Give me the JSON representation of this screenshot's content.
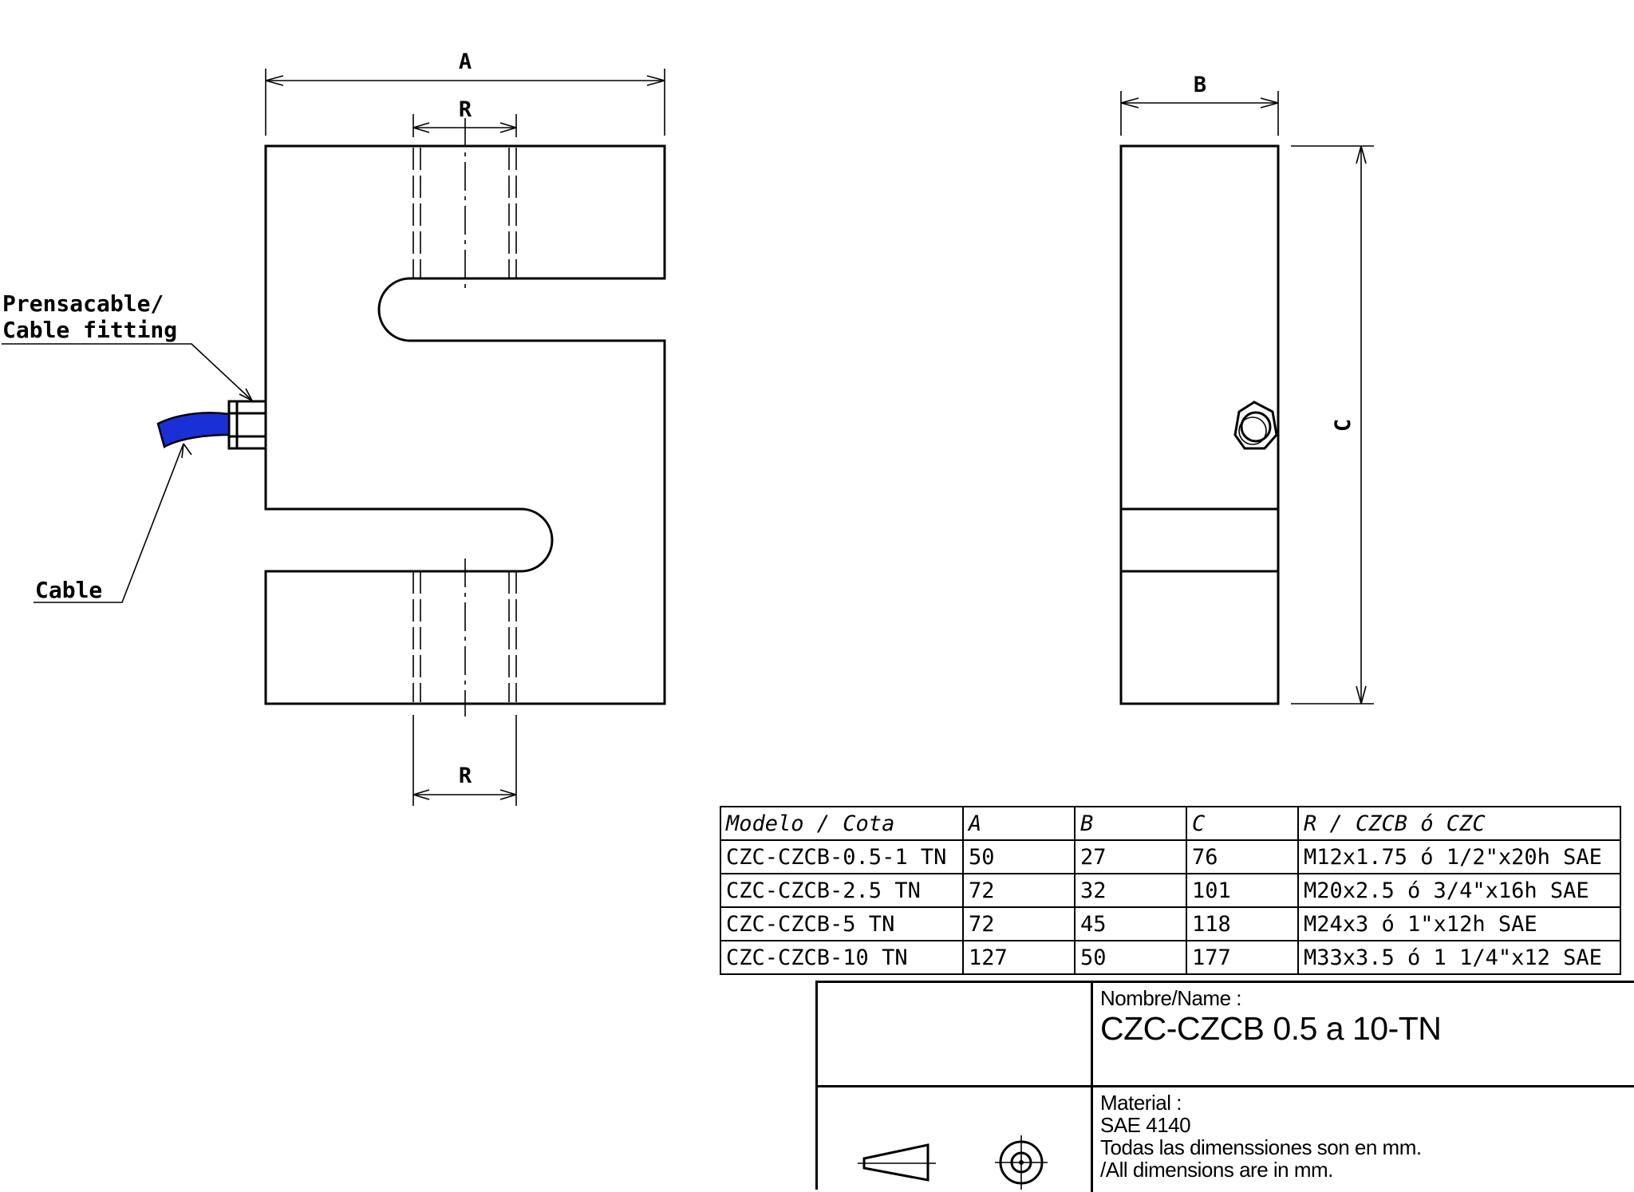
{
  "labels": {
    "dim_a": "A",
    "dim_b": "B",
    "dim_c": "C",
    "dim_r_top": "R",
    "dim_r_bottom": "R",
    "cable_fitting_line1": "Prensacable/",
    "cable_fitting_line2": "Cable fitting",
    "cable": "Cable"
  },
  "colors": {
    "cable": "#1a2fd6",
    "lines": "#000000"
  },
  "table": {
    "headers": [
      "Modelo / Cota",
      "A",
      "B",
      "C",
      "R / CZCB ó CZC"
    ],
    "rows": [
      [
        "CZC-CZCB-0.5-1 TN",
        "50",
        "27",
        "76",
        "M12x1.75 ó 1/2\"x20h SAE"
      ],
      [
        "CZC-CZCB-2.5 TN",
        "72",
        "32",
        "101",
        "M20x2.5 ó 3/4\"x16h SAE"
      ],
      [
        "CZC-CZCB-5 TN",
        "72",
        "45",
        "118",
        "M24x3 ó 1\"x12h SAE"
      ],
      [
        "CZC-CZCB-10 TN",
        "127",
        "50",
        "177",
        "M33x3.5 ó 1 1/4\"x12 SAE"
      ]
    ]
  },
  "title_block": {
    "name_label": "Nombre/Name :",
    "name_value": "CZC-CZCB 0.5 a 10-TN",
    "material_label": "Material :",
    "material_value": "SAE 4140",
    "note_es": "Todas las dimenssiones son en mm.",
    "note_en": "/All dimensions are in mm.",
    "projection_icon": "first-angle-projection-icon"
  }
}
